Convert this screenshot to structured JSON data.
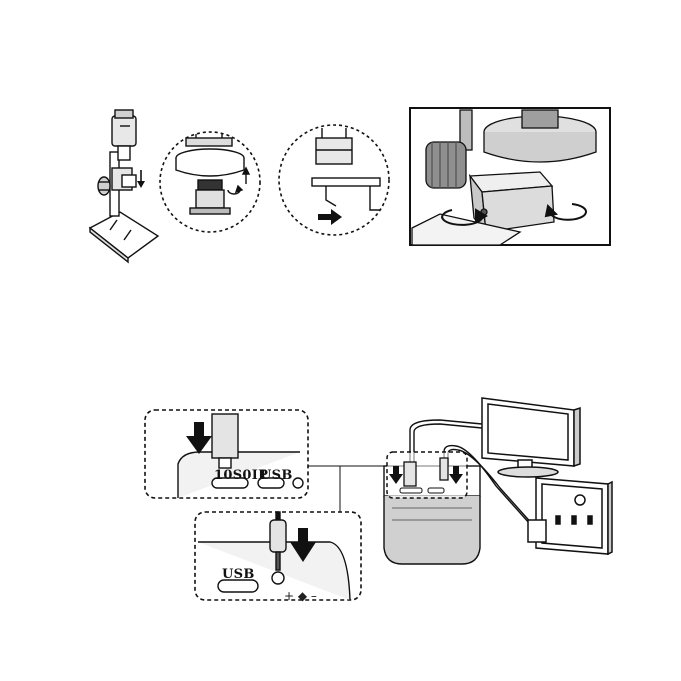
{
  "colors": {
    "ink": "#111111",
    "paper": "#ffffff",
    "shade": "#d9d9d9",
    "mid": "#a6a6a6",
    "dark": "#3a3a3a"
  },
  "top_row": {
    "panels": [
      {
        "id": "stand-mount",
        "icon": "microscope-stand-icon"
      },
      {
        "id": "lens-unscrew",
        "icon": "lens-rotate-icon"
      },
      {
        "id": "slide-holder",
        "icon": "holder-insert-icon"
      },
      {
        "id": "focus-knob-clamp",
        "icon": "clamp-rotate-icon"
      }
    ]
  },
  "connections": {
    "ports": {
      "hdmi": "10S0IP",
      "usb_top": "USB",
      "usb_bottom": "USB",
      "power_polarity": "+ ◆ –"
    },
    "devices": [
      "monitor-icon",
      "camera-body-icon",
      "wall-socket-icon",
      "power-plug-icon"
    ]
  }
}
